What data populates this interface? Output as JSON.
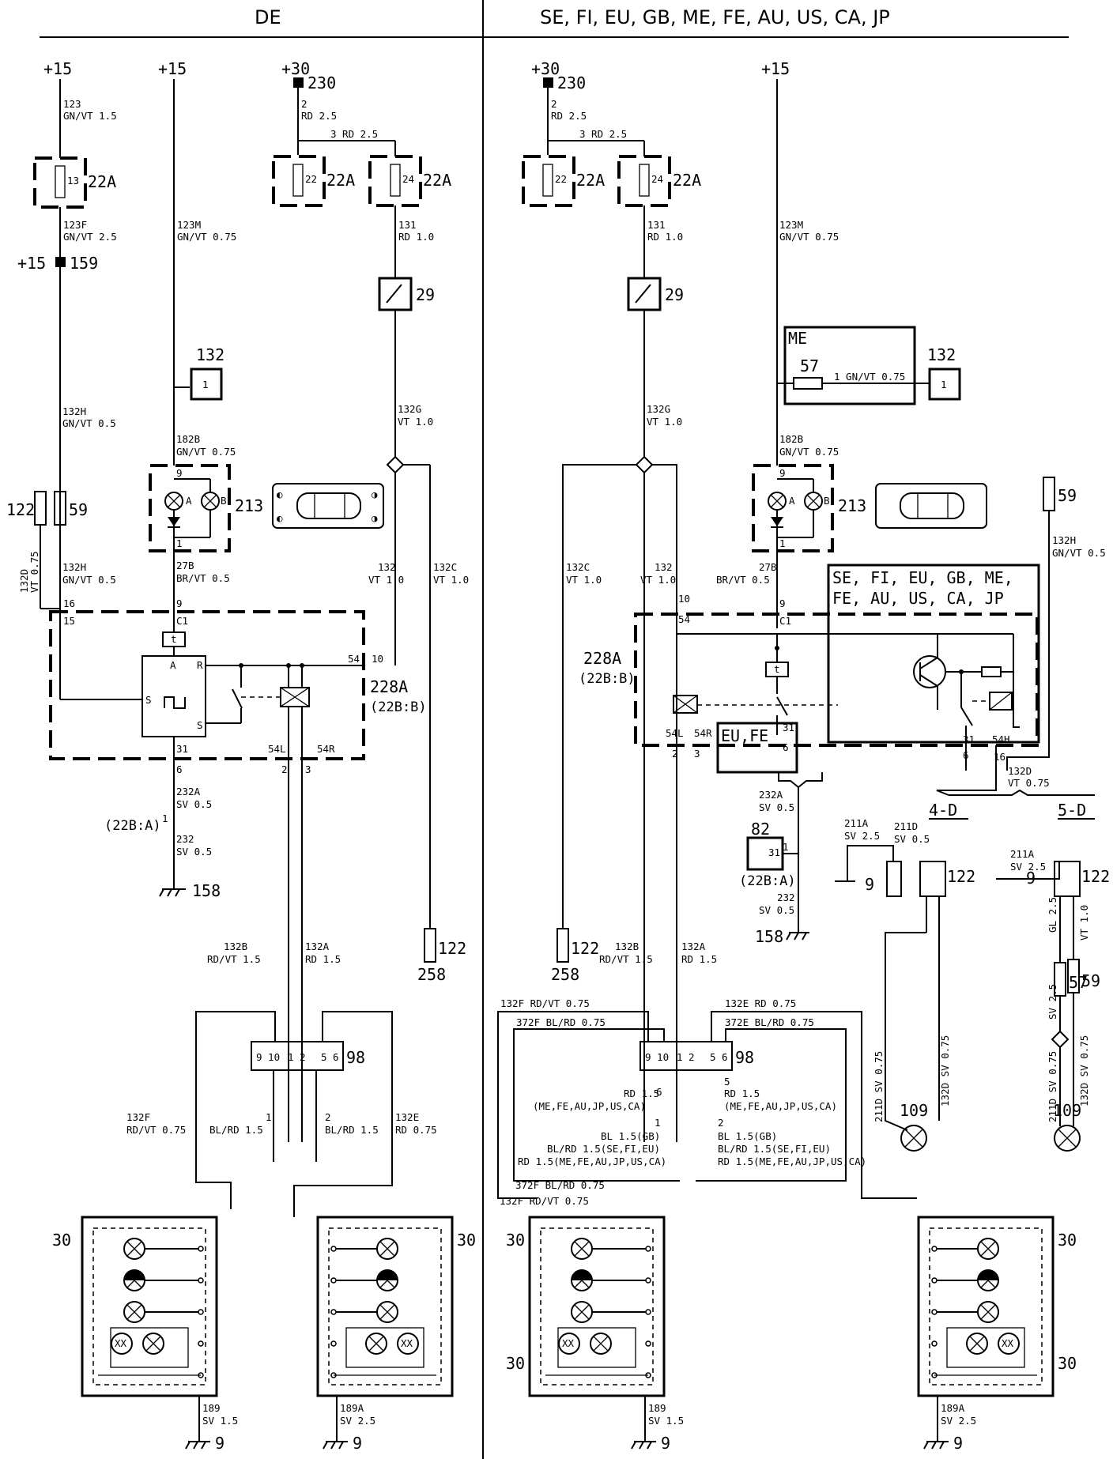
{
  "header": {
    "left": "DE",
    "right": "SE, FI, EU, GB, ME, FE, AU, US, CA, JP"
  },
  "supplies": {
    "p15": "+15",
    "p30": "+30",
    "n230": "230",
    "n159": "159"
  },
  "components": {
    "fusebox": "22A",
    "fuse13": "13",
    "fuse22": "22",
    "fuse24": "24",
    "switch": "29",
    "c132": "132",
    "c132pin": "1",
    "sock213": "213",
    "relay": "228A",
    "relay_ref": "(22B:B)",
    "ground158": "158",
    "c122": "122",
    "c59": "59",
    "c258": "258",
    "c98": "98",
    "lamp30": "30",
    "ground9": "9",
    "ref22b": "(22B:A)",
    "c82": "82",
    "c57": "57",
    "me": "ME",
    "c109": "109",
    "eufe": "EU,FE",
    "variant_line1": "SE, FI, EU, GB, ME,",
    "variant_line2": "FE, AU, US, CA, JP",
    "d4": "4-D",
    "d5": "5-D",
    "lampA": "A",
    "lampB": "B",
    "xx": "XX"
  },
  "wires": {
    "w123": "123",
    "gnvt15": "GN/VT 1.5",
    "w2": "2",
    "rd25": "RD 2.5",
    "w3rd": "3 RD 2.5",
    "w123f": "123F",
    "gnvt25": "GN/VT 2.5",
    "w123m": "123M",
    "gnvt075": "GN/VT 0.75",
    "w131": "131",
    "rd10": "RD 1.0",
    "w132h": "132H",
    "gnvt05": "GN/VT 0.5",
    "w132g": "132G",
    "vt10": "VT 1.0",
    "w182b": "182B",
    "w132d": "132D",
    "vt075": "VT 0.75",
    "w27b": "27B",
    "brvt05": "BR/VT 0.5",
    "w132": "132",
    "w132c": "132C",
    "w232a": "232A",
    "w232": "232",
    "sv05": "SV 0.5",
    "w132b": "132B",
    "rdvt15": "RD/VT 1.5",
    "w132a": "132A",
    "rd15": "RD 1.5",
    "w132f": "132F",
    "rdvt075": "RD/VT 0.75",
    "w132e": "132E",
    "rd075": "RD 0.75",
    "blrd15": "BL/RD 1.5",
    "w189": "189",
    "sv15": "SV 1.5",
    "w189a": "189A",
    "sv25": "SV 2.5",
    "gn1": "1 GN/VT 0.75",
    "f132f": "132F RD/VT 0.75",
    "f372f": "372F BL/RD 0.75",
    "f132e": "132E RD 0.75",
    "f372e": "372E BL/RD 0.75",
    "rd15me": "(ME,FE,AU,JP,US,CA)",
    "bl15gb": "BL 1.5(GB)",
    "blrdse": "BL/RD 1.5(SE,FI,EU)",
    "rd15long": "RD 1.5(ME,FE,AU,JP,US,CA)",
    "w211a": "211A",
    "w211d": "211D",
    "w132dd": "132D",
    "gl25": "GL 2.5",
    "sv075": "SV 0.75",
    "sv05b": "SV 0.5",
    "d211": "211D SV 0.75",
    "d132": "132D SV 0.75"
  },
  "pins": {
    "p1": "1",
    "p2": "2",
    "p3": "3",
    "p5": "5",
    "p6": "6",
    "p9": "9",
    "p10": "10",
    "p15": "15",
    "p16": "16",
    "p31": "31",
    "p54": "54",
    "pC1": "C1",
    "p54L": "54L",
    "p54R": "54R",
    "p54H": "54H",
    "pA": "A",
    "pR": "R",
    "pS": "S",
    "pt": "t"
  }
}
